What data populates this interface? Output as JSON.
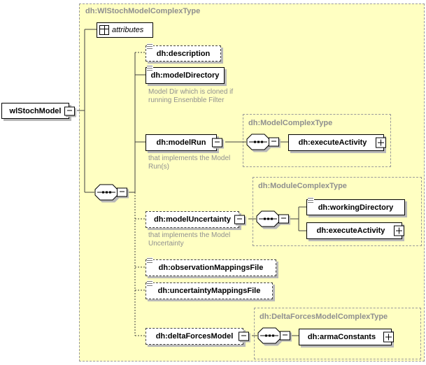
{
  "diagram": {
    "root_element": {
      "label": "wlStochModel"
    },
    "container": {
      "title": "dh:WlStochModelComplexType"
    },
    "attributes": {
      "label": "attributes"
    },
    "elements": {
      "description": {
        "label": "dh:description"
      },
      "modelDirectory": {
        "label": "dh:modelDirectory",
        "annotation": "Model Dir which is cloned if\nrunning Ensenbble Filter"
      },
      "modelRun": {
        "label": "dh:modelRun",
        "annotation": "that implements the Model\nRun(s)"
      },
      "modelUncertainty": {
        "label": "dh:modelUncertainty",
        "annotation": "that implements the Model\nUncertainty"
      },
      "observationMappingsFile": {
        "label": "dh:observationMappingsFile"
      },
      "uncertaintyMappingsFile": {
        "label": "dh:uncertaintyMappingsFile"
      },
      "deltaForcesModel": {
        "label": "dh:deltaForcesModel"
      }
    },
    "groups": {
      "modelComplexType": {
        "title": "dh:ModelComplexType",
        "executeActivity": {
          "label": "dh:executeActivity"
        }
      },
      "moduleComplexType": {
        "title": "dh:ModuleComplexType",
        "workingDirectory": {
          "label": "dh:workingDirectory"
        },
        "executeActivity": {
          "label": "dh:executeActivity"
        }
      },
      "deltaForcesModelComplexType": {
        "title": "dh:DeltaForcesModelComplexType",
        "armaConstants": {
          "label": "dh:armaConstants"
        }
      }
    },
    "icons": {
      "sequence": "sequence-compositor",
      "collapse": "minus-square",
      "expand": "plus-square",
      "attributes": "table-grid",
      "text_content": "text-lines"
    },
    "colors": {
      "container_fill": "#FFFFC2",
      "dashed_border": "#9A9A9A",
      "type_title_text": "#8F8F8F",
      "annotation_text": "#909090",
      "box_border": "#000000",
      "box_shadow": "#B9B9B9"
    }
  }
}
